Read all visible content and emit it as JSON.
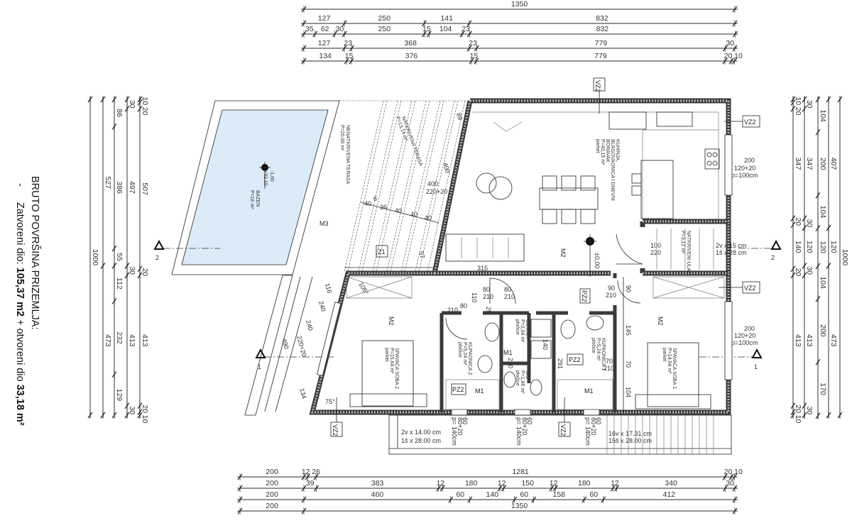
{
  "summary": {
    "title": "BRUTO POVRŠINA PRIZEMLJA:",
    "bullet": "-",
    "closed_label": "Zatvoreni dio: ",
    "closed_value": "105,37 m2",
    "plus": " + otvoreni dio ",
    "open_value": "33,18 m²"
  },
  "dimensions": {
    "top": [
      [
        1350
      ],
      [
        127,
        250,
        141,
        832
      ],
      [
        35,
        62,
        30,
        250,
        15,
        104,
        23,
        832
      ],
      [
        127,
        23,
        368,
        23,
        779,
        30
      ],
      [
        134,
        15,
        376,
        15,
        779,
        20,
        10
      ]
    ],
    "bottom": [
      [
        200,
        12,
        26,
        1281,
        20,
        10
      ],
      [
        200,
        39,
        383,
        12,
        180,
        12,
        150,
        12,
        180,
        12,
        340,
        30
      ],
      [
        200,
        460,
        60,
        140,
        60,
        158,
        60,
        412
      ],
      [
        200,
        1350
      ]
    ],
    "left": [
      [
        1000
      ],
      [
        527,
        473
      ],
      [
        86,
        386,
        55,
        112,
        232,
        129
      ],
      [
        30,
        497,
        30,
        413,
        30
      ],
      [
        10,
        20,
        507,
        20,
        413,
        20,
        10
      ]
    ],
    "right": [
      [
        10,
        20,
        347,
        20,
        140,
        20,
        413,
        20,
        10
      ],
      [
        30,
        347,
        30,
        120,
        30,
        413,
        30
      ],
      [
        104,
        200,
        104,
        120,
        104,
        200,
        170
      ],
      [
        407,
        120,
        473
      ],
      [
        1000
      ]
    ]
  },
  "rooms": {
    "living": {
      "name1": "KUHINJA,",
      "name2": "BLAGOVAONICA I DNEVNI",
      "name3": "BORAVAK",
      "area": "P=43,15 m²",
      "floor": "parket"
    },
    "entry": {
      "name": "NATKRIVENI ULAZ",
      "area": "P=3,12 m²"
    },
    "open_terrace": {
      "name": "NENATKRIVENA TERASA",
      "area": "P=20,00 m²"
    },
    "covered_terrace": {
      "name": "NATKRIVENA TERASA",
      "area": "P=13,14 m²"
    },
    "pool": {
      "name": "BAZEN",
      "area": "P=16 m²",
      "level1": "-1,60",
      "level2": "+32,10"
    },
    "bedroom2": {
      "name": "SPAVAĆA SOBA 2",
      "area": "P=15,64 m²",
      "floor": "parket"
    },
    "bedroom1": {
      "name": "SPAVAĆA SOBA 1",
      "area": "P=14,04 m²",
      "floor": "parket"
    },
    "bath2": {
      "name": "KUPAONICA 2",
      "area": "P=5,24 m²",
      "floor": "pločice"
    },
    "bath1": {
      "name": "KUPAONICA 1",
      "area": "P=5,24 m²",
      "floor": "pločice"
    },
    "storage": {
      "name": "OSTAVA",
      "area": "P=2,04 m²",
      "floor": "pločice"
    },
    "wc": {
      "name": "WC",
      "area": "P=1,86 m²",
      "floor": "pločice"
    }
  },
  "tags": {
    "vz2": "VZ2",
    "pz2": "PZ2",
    "m1": "M1",
    "m2": "M2",
    "m3": "M3",
    "z1": "Z1"
  },
  "levels": {
    "ground": "±0,00"
  },
  "sections": {
    "s1": "1",
    "s2": "2"
  },
  "windows": {
    "w": "200",
    "h": "120+20",
    "sill": "p=100cm",
    "slide_w": "60",
    "slide_h": "80+20",
    "slide_sill": "p= 140cm"
  },
  "doors": {
    "d80": "80",
    "d90": "90",
    "d70": "70",
    "d100": "100",
    "h210": "210",
    "h220": "220"
  },
  "stairs": {
    "front_rise": "2v x 14.00 cm",
    "front_tread": "1š x 28.00 cm",
    "side_rise": "16v x 17.31 cm",
    "side_tread": "15š x 28.00 cm",
    "entry_rise": "2v x 15 cm",
    "entry_tread": "1š x 28 cm"
  },
  "plan_dims": {
    "d315": "315",
    "d116": "116",
    "d240": "240",
    "d134": "134",
    "d490": "490",
    "d240b": "240",
    "d220": "220+20",
    "d400": "400",
    "d400b": "400",
    "d220b": "220+20",
    "d89": "89",
    "d57": "57",
    "d40": "40",
    "d36": "36",
    "d6": "6",
    "d110": "110",
    "d25": "25",
    "d140": "140",
    "d291": "291",
    "d145": "145",
    "d104": "104",
    "d210": "210",
    "a75": "75°",
    "a105": "105°"
  }
}
